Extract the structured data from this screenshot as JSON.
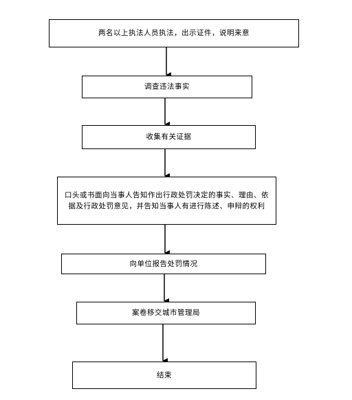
{
  "steps": [
    "两名以上执法人员执法，出示证件，说明来意",
    "调查违法事实",
    "收集有关证据",
    "口头或书面向当事人告知作出行政处罚决定的事实、理由、依据及行政处罚意见，并告知当事人有进行陈述、申辩的权利",
    "向单位报告处罚情况",
    "案卷移交城市管理局",
    "结束"
  ],
  "colors": {
    "line": "#000000",
    "background": "#ffffff"
  }
}
